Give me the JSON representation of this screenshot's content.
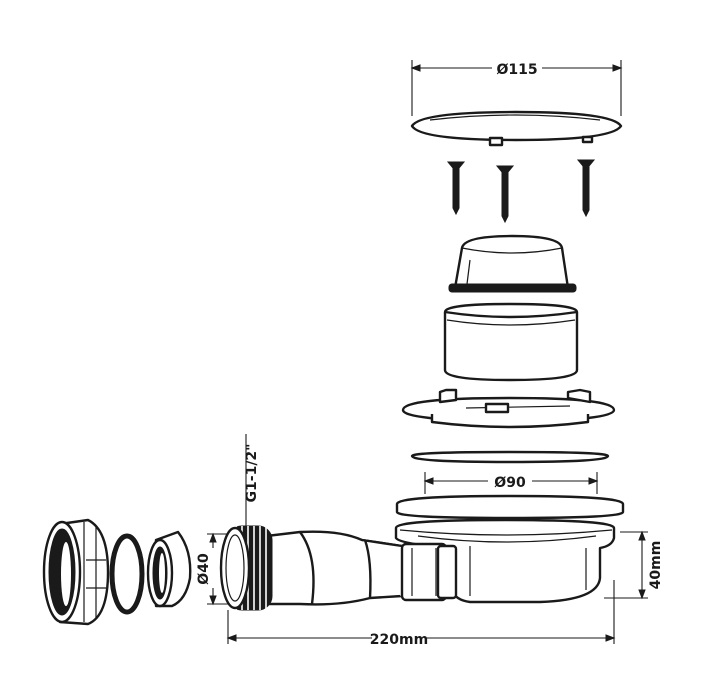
{
  "dimensions": {
    "cover_diameter": "Ø115",
    "body_diameter": "Ø90",
    "outlet_diameter": "Ø40",
    "thread": "G1-1/2\"",
    "length": "220mm",
    "height": "40mm"
  },
  "colors": {
    "line": "#1a1a1a",
    "background": "#ffffff"
  }
}
